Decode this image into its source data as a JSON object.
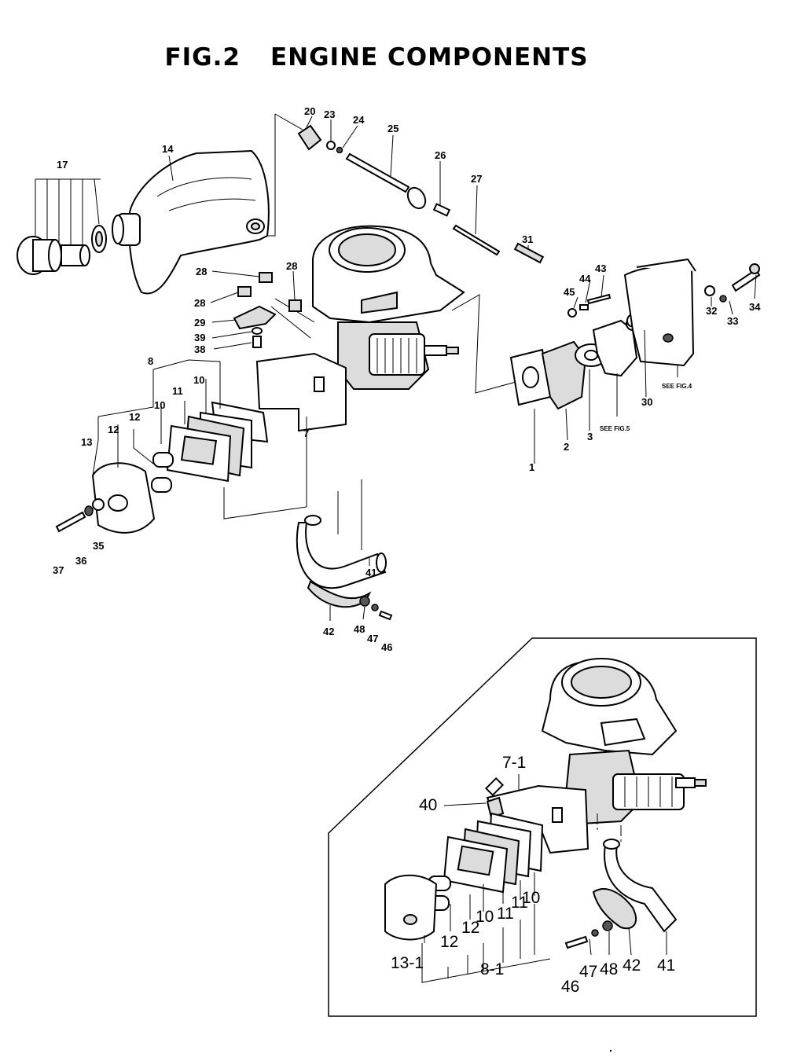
{
  "title": {
    "fig": "FIG.2",
    "name": "ENGINE COMPONENTS"
  },
  "labels": {
    "p1": "1",
    "p2": "2",
    "p3": "3",
    "p7": "7",
    "p8": "8",
    "p10a": "10",
    "p10b": "10",
    "p11": "11",
    "p12a": "12",
    "p12b": "12",
    "p13": "13",
    "p14": "14",
    "p17": "17",
    "p20": "20",
    "p23": "23",
    "p24": "24",
    "p25": "25",
    "p26": "26",
    "p27": "27",
    "p28a": "28",
    "p28b": "28",
    "p28c": "28",
    "p29": "29",
    "p30": "30",
    "p31": "31",
    "p32": "32",
    "p33": "33",
    "p34": "34",
    "p35": "35",
    "p36": "36",
    "p37": "37",
    "p38": "38",
    "p39": "39",
    "p41": "41",
    "p42": "42",
    "p43": "43",
    "p44": "44",
    "p45": "45",
    "p46": "46",
    "p47": "47",
    "p48": "48"
  },
  "notes": {
    "see_fig4": "SEE FIG.4",
    "see_fig5": "SEE FIG.5"
  },
  "inset_labels": {
    "p7_1": "7-1",
    "p40": "40",
    "p13_1": "13-1",
    "p12a": "12",
    "p12b": "12",
    "p10a": "10",
    "p11a": "11",
    "p11b": "11",
    "p10b": "10",
    "p8_1": "8-1",
    "p46": "46",
    "p47": "47",
    "p48": "48",
    "p42": "42",
    "p41": "41"
  }
}
